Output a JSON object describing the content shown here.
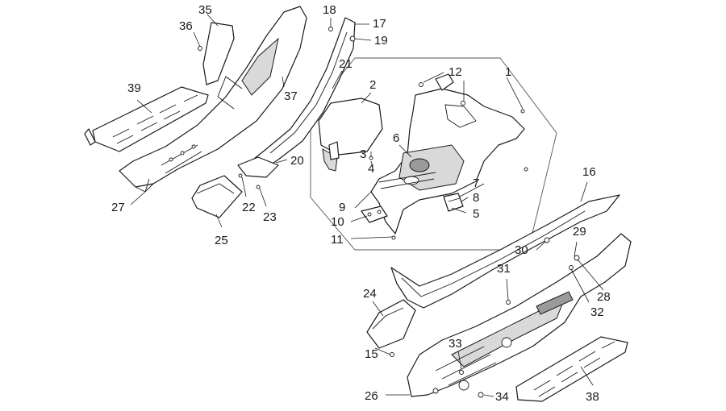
{
  "labels": [
    {
      "id": "1",
      "text": "1"
    },
    {
      "id": "2",
      "text": "2"
    },
    {
      "id": "3",
      "text": "3"
    },
    {
      "id": "4",
      "text": "4"
    },
    {
      "id": "5",
      "text": "5"
    },
    {
      "id": "6",
      "text": "6"
    },
    {
      "id": "7",
      "text": "7"
    },
    {
      "id": "8",
      "text": "8"
    },
    {
      "id": "9",
      "text": "9"
    },
    {
      "id": "10",
      "text": "10"
    },
    {
      "id": "11",
      "text": "11"
    },
    {
      "id": "12",
      "text": "12"
    },
    {
      "id": "15",
      "text": "15"
    },
    {
      "id": "16",
      "text": "16"
    },
    {
      "id": "17",
      "text": "17"
    },
    {
      "id": "18",
      "text": "18"
    },
    {
      "id": "19",
      "text": "19"
    },
    {
      "id": "20",
      "text": "20"
    },
    {
      "id": "21",
      "text": "21"
    },
    {
      "id": "22",
      "text": "22"
    },
    {
      "id": "23",
      "text": "23"
    },
    {
      "id": "24",
      "text": "24"
    },
    {
      "id": "25",
      "text": "25"
    },
    {
      "id": "26",
      "text": "26"
    },
    {
      "id": "27",
      "text": "27"
    },
    {
      "id": "28",
      "text": "28"
    },
    {
      "id": "29",
      "text": "29"
    },
    {
      "id": "30",
      "text": "30"
    },
    {
      "id": "31",
      "text": "31"
    },
    {
      "id": "32",
      "text": "32"
    },
    {
      "id": "33",
      "text": "33"
    },
    {
      "id": "34",
      "text": "34"
    },
    {
      "id": "35",
      "text": "35"
    },
    {
      "id": "36",
      "text": "36"
    },
    {
      "id": "37",
      "text": "37"
    },
    {
      "id": "38",
      "text": "38"
    },
    {
      "id": "39",
      "text": "39"
    }
  ]
}
